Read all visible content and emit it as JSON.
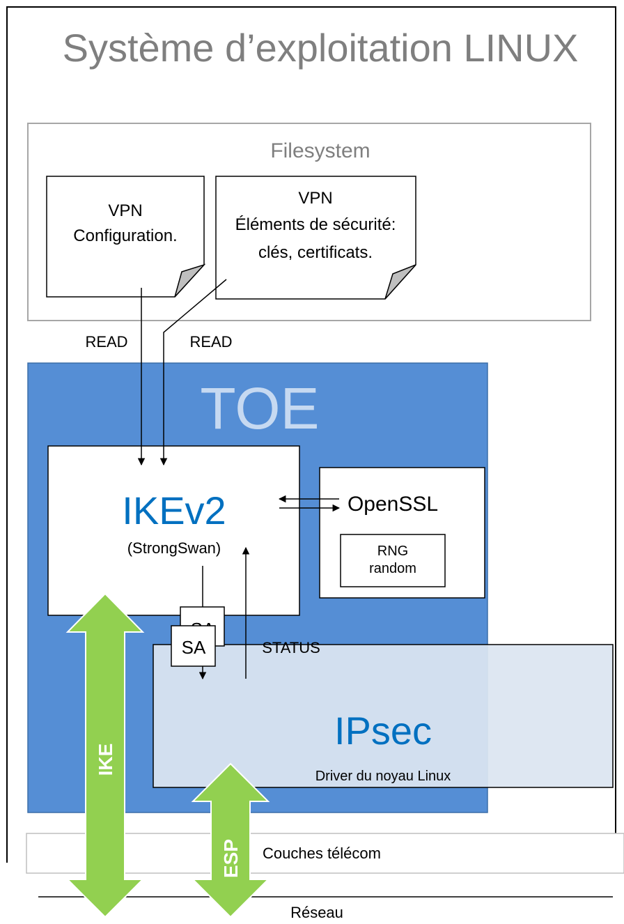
{
  "os": {
    "title": "Système d’exploitation LINUX"
  },
  "filesystem": {
    "label": "Filesystem",
    "doc_config": {
      "line1": "VPN",
      "line2": "Configuration."
    },
    "doc_security": {
      "line1": "VPN",
      "line2": "Éléments de sécurité:",
      "line3": "clés, certificats."
    }
  },
  "flows": {
    "read_left": "READ",
    "read_right": "READ",
    "status": "STATUS"
  },
  "toe": {
    "label": "TOE",
    "ikev2": {
      "title": "IKEv2",
      "subtitle": "(StrongSwan)"
    },
    "openssl": {
      "title": "OpenSSL",
      "rng_line1": "RNG",
      "rng_line2": "random"
    },
    "sa_back": "SA",
    "sa_front": "SA"
  },
  "ipsec": {
    "title": "IPsec",
    "subtitle": "Driver du noyau Linux"
  },
  "telecom": {
    "label": "Couches télécom"
  },
  "network": {
    "label": "Réseau"
  },
  "arrows": {
    "ike": "IKE",
    "esp": "ESP"
  },
  "colors": {
    "toe_fill": "#558ed5",
    "toe_label": "#c6d9f1",
    "accent_blue": "#0070c0",
    "arrow_green": "#92d050",
    "fs_border": "#a6a6a6",
    "title_gray": "#7f7f7f"
  }
}
